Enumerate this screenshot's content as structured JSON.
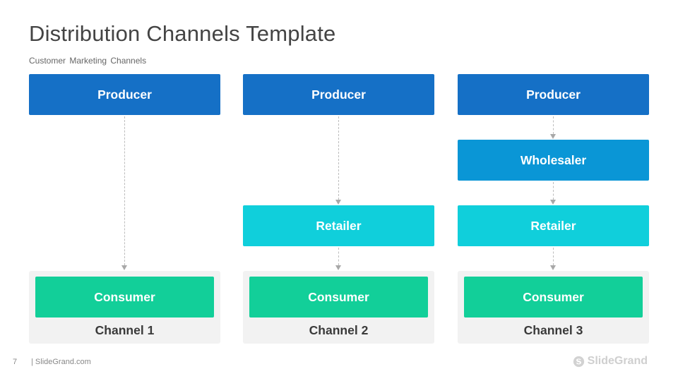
{
  "header": {
    "title": "Distribution Channels Template",
    "subtitle": "Customer Marketing Channels"
  },
  "channels": [
    {
      "producer": "Producer",
      "consumer": "Consumer",
      "label": "Channel 1"
    },
    {
      "producer": "Producer",
      "retailer": "Retailer",
      "consumer": "Consumer",
      "label": "Channel 2"
    },
    {
      "producer": "Producer",
      "wholesaler": "Wholesaler",
      "retailer": "Retailer",
      "consumer": "Consumer",
      "label": "Channel 3"
    }
  ],
  "footer": {
    "page_number": "7",
    "site": "| SlideGrand.com",
    "brand": "SlideGrand",
    "brand_icon": "slidegrand-logo-icon"
  },
  "colors": {
    "producer": "#1570c6",
    "wholesaler": "#0a96d6",
    "retailer": "#10cfdb",
    "consumer": "#12cf99",
    "card": "#f2f2f2"
  }
}
